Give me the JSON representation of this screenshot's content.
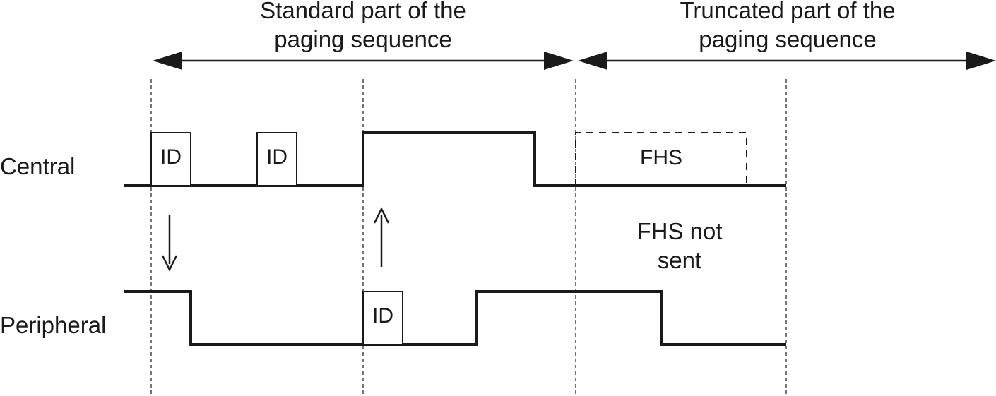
{
  "header": {
    "standard_line1": "Standard part of the",
    "standard_line2": "paging sequence",
    "truncated_line1": "Truncated part of the",
    "truncated_line2": "paging sequence"
  },
  "rows": {
    "central": "Central",
    "peripheral": "Peripheral"
  },
  "packets": {
    "id": "ID",
    "fhs": "FHS"
  },
  "note": {
    "line1": "FHS not",
    "line2": "sent"
  }
}
